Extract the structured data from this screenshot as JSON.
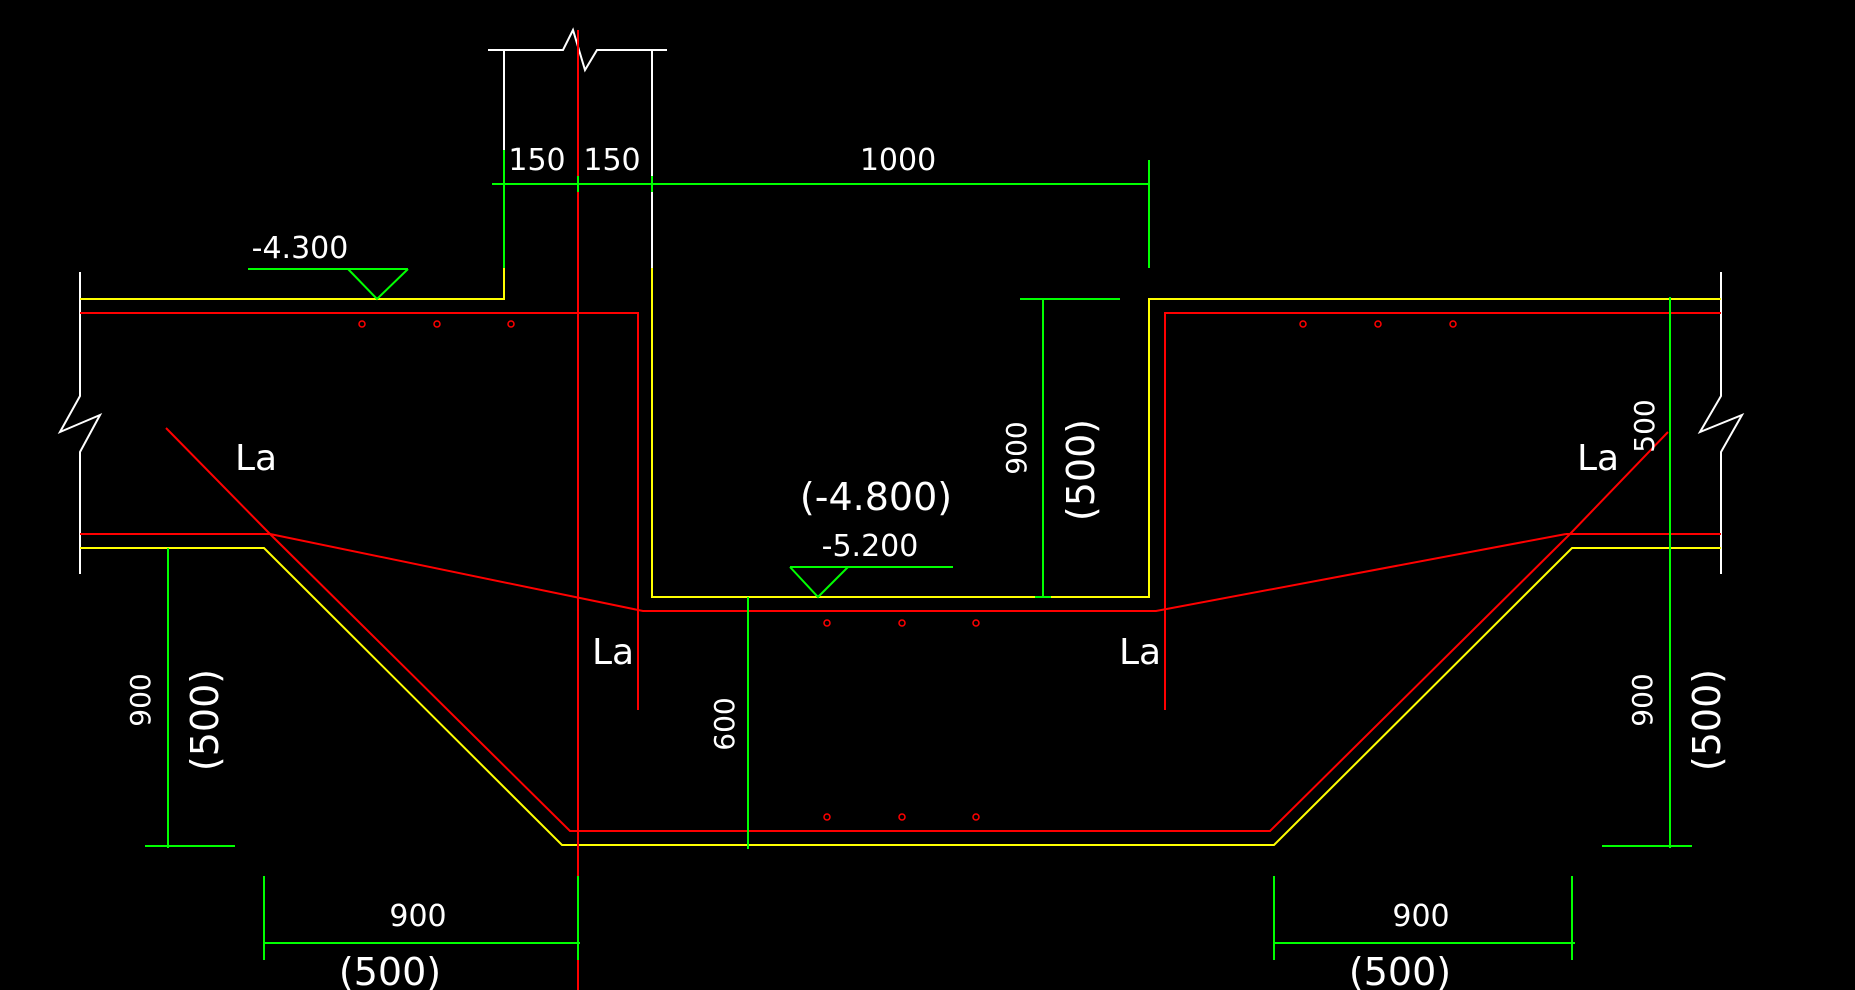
{
  "drawing": {
    "dimensions": {
      "top_left_150": "150",
      "top_right_150": "150",
      "top_1000": "1000",
      "elev_minus_4300": "-4.300",
      "elev_minus_4800": "(-4.800)",
      "elev_minus_5200": "-5.200",
      "pit_depth_900": "900",
      "pit_depth_500": "(500)",
      "left_slope_900": "900",
      "left_slope_500": "(500)",
      "right_slope_900": "900",
      "right_slope_500": "(500)",
      "right_500": "500",
      "center_600": "600",
      "bottom_left_900": "900",
      "bottom_left_500": "(500)",
      "bottom_right_900": "900",
      "bottom_right_500": "(500)"
    },
    "anchorage_labels": {
      "la_upper_left": "La",
      "la_upper_right": "La",
      "la_lower_left": "La",
      "la_lower_right": "La"
    },
    "colors": {
      "background": "#000000",
      "concrete_outline": "#ffff00",
      "rebar": "#ff0000",
      "dimension": "#00ff00",
      "boundary": "#ffffff",
      "text": "#ffffff"
    }
  }
}
